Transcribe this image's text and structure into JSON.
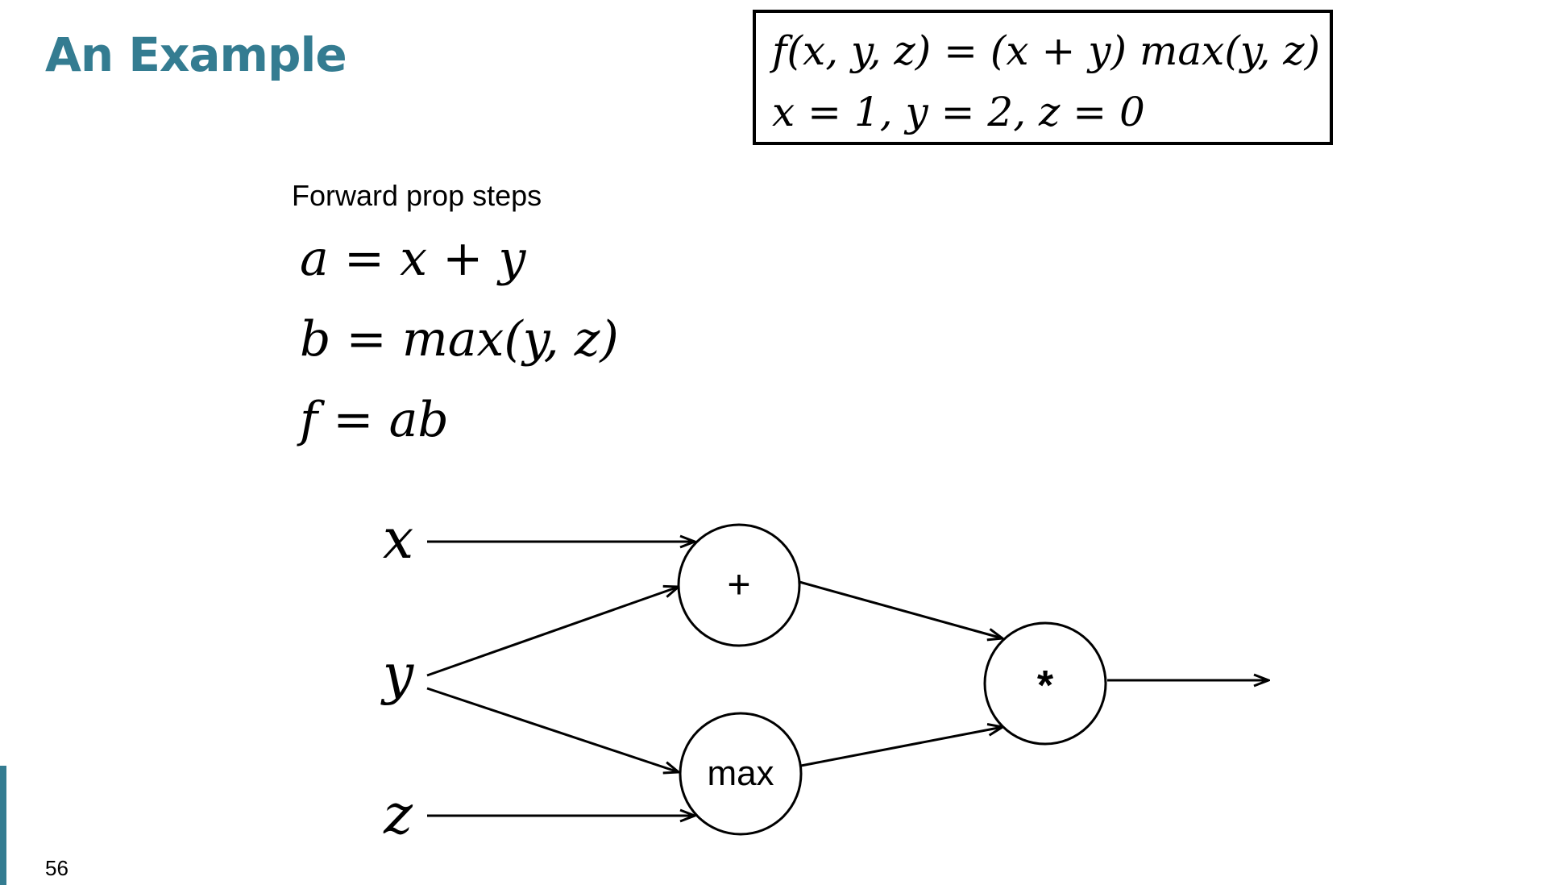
{
  "slide": {
    "title": "An Example",
    "page_number": "56",
    "accent_color": "#347c91"
  },
  "function_box": {
    "definition": "f(x, y, z) = (x + y) max(y, z)",
    "values": "x = 1, y = 2, z = 0"
  },
  "forward_prop": {
    "heading": "Forward prop steps",
    "steps": [
      "a = x + y",
      "b = max(y, z)",
      "f = ab"
    ]
  },
  "graph": {
    "inputs": [
      "x",
      "y",
      "z"
    ],
    "nodes": [
      "+",
      "max",
      "*"
    ]
  }
}
